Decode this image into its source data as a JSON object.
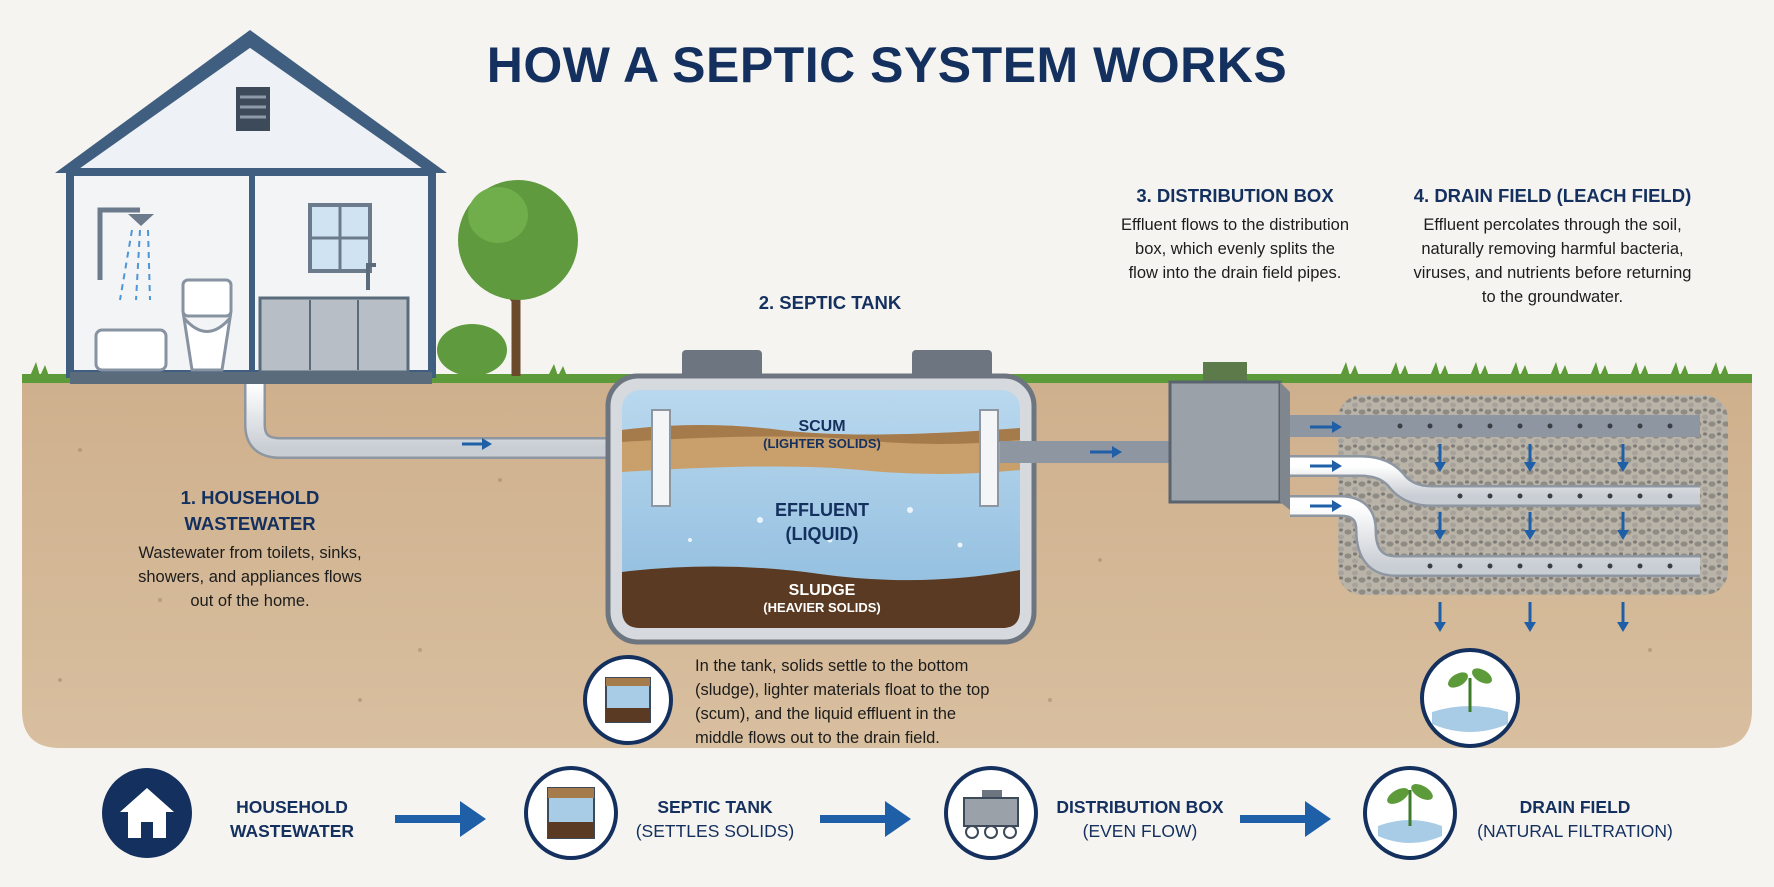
{
  "title": "HOW A SEPTIC SYSTEM WORKS",
  "steps": {
    "household": {
      "heading": "1. HOUSEHOLD WASTEWATER",
      "text": "Wastewater from toilets, sinks, showers, and appliances flows out of the home."
    },
    "septic_tank": {
      "heading": "2. SEPTIC TANK",
      "text": "In the tank, solids settle to the bottom (sludge), lighter materials float to the top (scum), and the liquid effluent in the middle flows out to the drain field."
    },
    "distribution_box": {
      "heading": "3. DISTRIBUTION BOX",
      "text": "Effluent flows to the distribution box, which evenly splits the flow into the drain field pipes."
    },
    "drain_field": {
      "heading": "4. DRAIN FIELD (LEACH FIELD)",
      "text": "Effluent percolates through the soil, naturally removing harmful bacteria, viruses, and nutrients before returning to the groundwater."
    }
  },
  "tank_layers": {
    "scum": {
      "label": "SCUM",
      "sub": "(LIGHTER SOLIDS)"
    },
    "effluent": {
      "label": "EFFLUENT",
      "sub": "(LIQUID)"
    },
    "sludge": {
      "label": "SLUDGE",
      "sub": "(HEAVIER SOLIDS)"
    }
  },
  "flow_bar": [
    {
      "line1": "HOUSEHOLD",
      "line2": "WASTEWATER",
      "icon": "house-icon"
    },
    {
      "line1": "SEPTIC TANK",
      "line2": "(SETTLES SOLIDS)",
      "icon": "tank-icon"
    },
    {
      "line1": "DISTRIBUTION BOX",
      "line2": "(EVEN FLOW)",
      "icon": "distribution-box-icon"
    },
    {
      "line1": "DRAIN FIELD",
      "line2": "(NATURAL FILTRATION)",
      "icon": "sprout-icon"
    }
  ],
  "colors": {
    "navy": "#14305e",
    "soil": "#c9a882",
    "water": "#a9cce6",
    "sludge": "#5a3a22",
    "grass": "#5c9a3a",
    "arrow": "#1f5fa8"
  }
}
